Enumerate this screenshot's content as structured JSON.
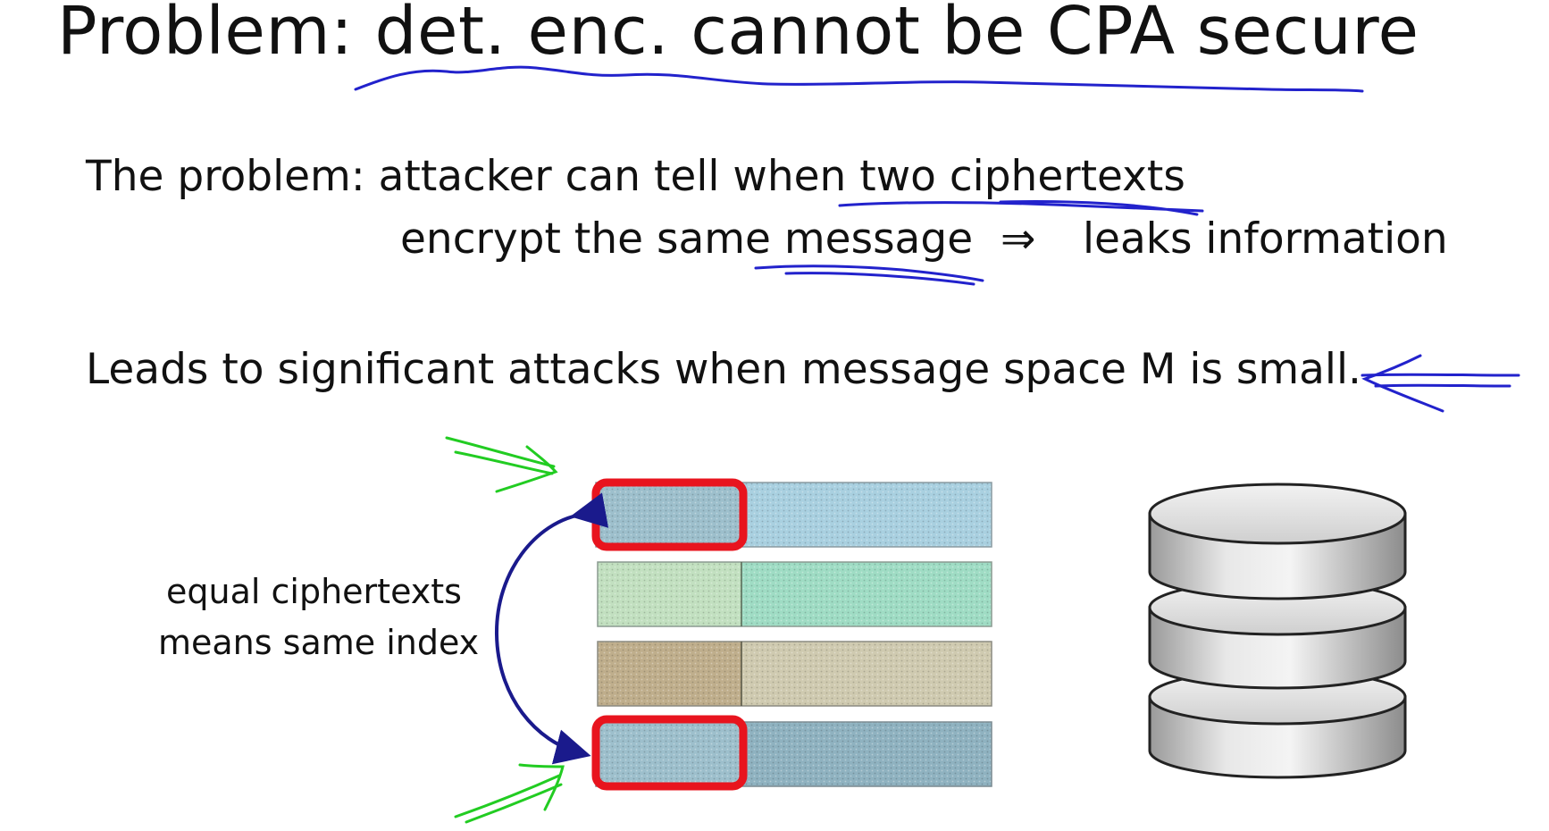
{
  "slide": {
    "title": "Problem:  det. enc. cannot be CPA secure",
    "problem_line1": "The problem:  attacker can tell when two ciphertexts",
    "problem_line2": "encrypt the same message",
    "implies_symbol": "⇒",
    "problem_line2_end": "leaks information",
    "attack_line": "Leads to significant attacks when message space M is small.",
    "caption_line1": "equal ciphertexts",
    "caption_line2": "means same index"
  },
  "icons": [
    "database-icon",
    "curved-arrow-icon",
    "left-arrow-annotation-icon",
    "green-arrow-annotation-icon"
  ],
  "colors": {
    "annotation_blue": "#2222cc",
    "annotation_green": "#22cc22",
    "highlight_red": "#e8141e",
    "arrow_navy": "#1a1a8c",
    "row1_left": "#9dbfcc",
    "row1_right": "#a9d0e0",
    "row2_left": "#c2e0c0",
    "row2_right": "#9fdcc4",
    "row3_left": "#bfae8c",
    "row3_right": "#cfcab0",
    "row4_left": "#9dbfcc",
    "row4_right": "#8fb2c0"
  }
}
